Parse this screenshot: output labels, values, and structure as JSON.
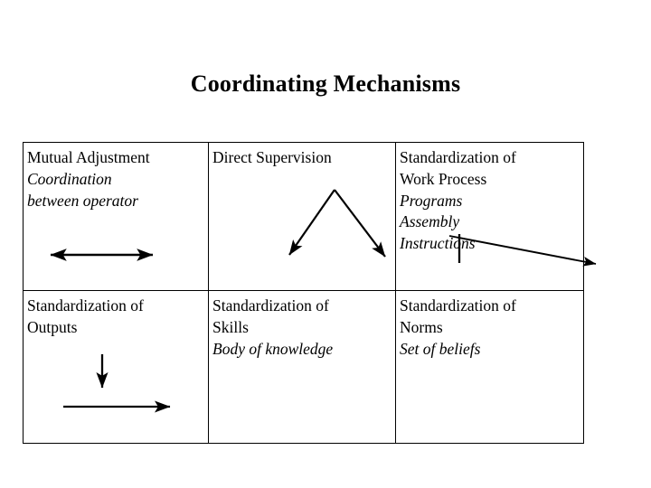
{
  "slide": {
    "title": "Coordinating Mechanisms",
    "background_color": "#ffffff",
    "text_color": "#000000"
  },
  "matrix": {
    "border_color": "#000000",
    "rows": [
      {
        "cells": [
          {
            "heading": "Mutual Adjustment",
            "sub_lines": [
              "Coordination",
              "between operator"
            ],
            "annotation": "double-headed-horizontal-arrow"
          },
          {
            "heading": "Direct Supervision",
            "sub_lines": [],
            "annotation": "inverted-v-double-arrow"
          },
          {
            "heading_lines": [
              "Standardization of",
              "Work Process"
            ],
            "sub_lines": [
              "Programs",
              "Assembly",
              "Instructions"
            ],
            "annotation": "long-diagonal-arrow-and-vertical-tick"
          }
        ]
      },
      {
        "cells": [
          {
            "heading_lines": [
              "Standardization of",
              "Outputs"
            ],
            "sub_lines": [],
            "annotation": "down-arrow-and-right-arrow"
          },
          {
            "heading_lines": [
              "Standardization of",
              "Skills"
            ],
            "sub_lines": [
              "Body of knowledge"
            ],
            "annotation": "none"
          },
          {
            "heading_lines": [
              "Standardization of",
              "Norms"
            ],
            "sub_lines": [
              "Set of beliefs"
            ],
            "annotation": "none"
          }
        ]
      }
    ]
  },
  "cells": {
    "r1c1_heading": "Mutual Adjustment",
    "r1c1_sub1": "Coordination",
    "r1c1_sub2": "between operator",
    "r1c2_heading": "Direct Supervision",
    "r1c3_heading1": "Standardization of",
    "r1c3_heading2": "Work Process",
    "r1c3_sub1": "Programs",
    "r1c3_sub2": "Assembly",
    "r1c3_sub3": "Instructions",
    "r2c1_heading1": "Standardization of",
    "r2c1_heading2": "Outputs",
    "r2c2_heading1": "Standardization of",
    "r2c2_heading2": "Skills",
    "r2c2_sub1": "Body of knowledge",
    "r2c3_heading1": "Standardization of",
    "r2c3_heading2": "Norms",
    "r2c3_sub1": "Set of beliefs"
  },
  "annotations": {
    "mutual_adjustment_arrow": "double-headed-arrow",
    "direct_supervision_arrow": "inverted-v-arrow",
    "work_process_arrow": "diagonal-arrow",
    "outputs_down_arrow": "down-arrow",
    "outputs_right_arrow": "right-arrow",
    "arrow_color": "#000000"
  }
}
